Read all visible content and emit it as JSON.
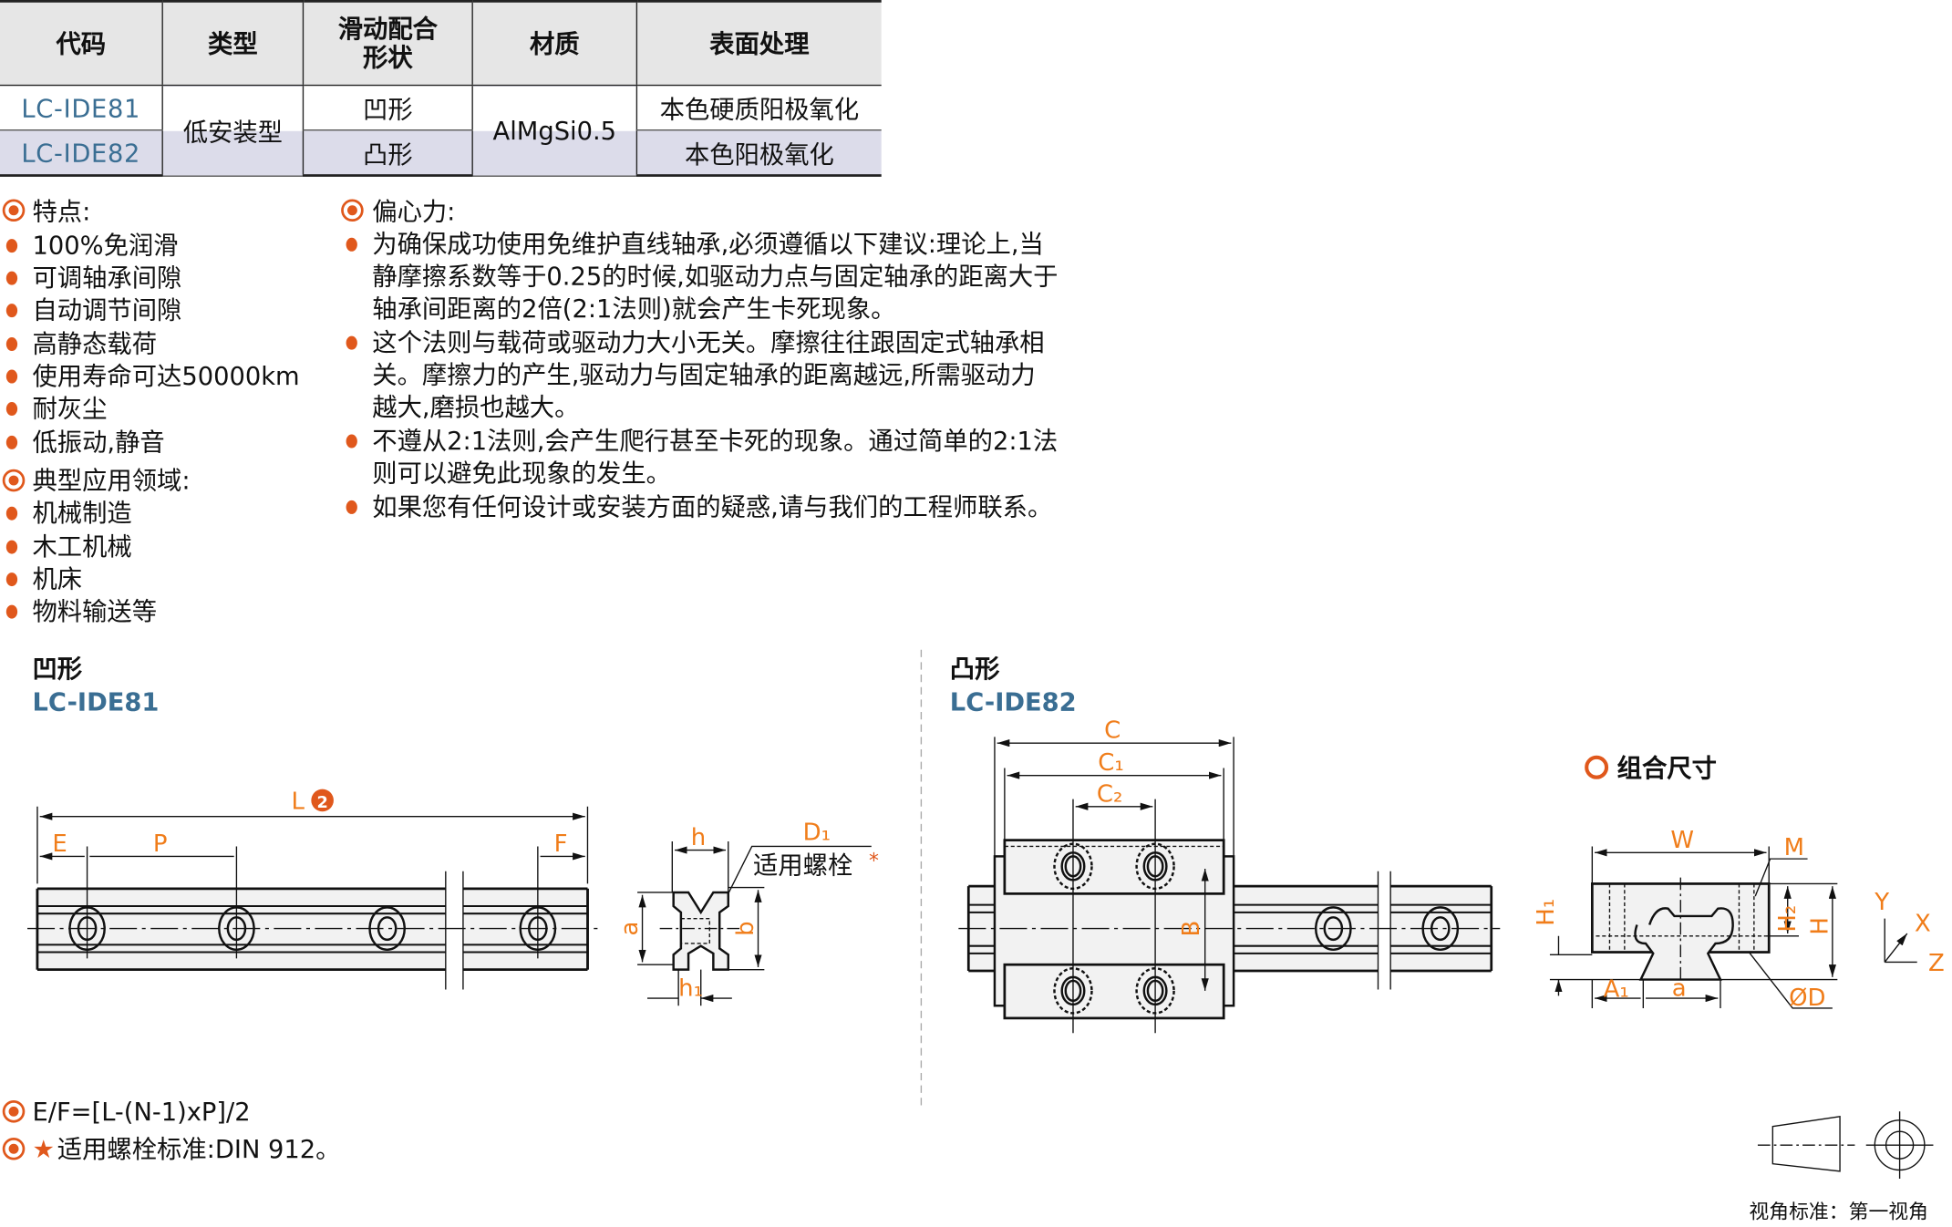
{
  "table": {
    "headers": [
      "代码",
      "类型",
      "滑动配合",
      "形状",
      "材质",
      "表面处理"
    ],
    "rows": [
      {
        "code": "LC-IDE81",
        "type": "低安装型",
        "shape": "凹形",
        "material": "AlMgSi0.5",
        "surface": "本色硬质阳极氧化"
      },
      {
        "code": "LC-IDE82",
        "shape": "凸形",
        "surface": "本色阳极氧化"
      }
    ]
  },
  "features": {
    "title": "特点:",
    "items": [
      "100%免润滑",
      "可调轴承间隙",
      "自动调节间隙",
      "高静态载荷",
      "使用寿命可达50000km",
      "耐灰尘",
      "低振动,静音"
    ]
  },
  "applications": {
    "title": "典型应用领域:",
    "items": [
      "机械制造",
      "木工机械",
      "机床",
      "物料输送等"
    ]
  },
  "eccentric": {
    "title": "偏心力:",
    "lines": [
      "为确保成功使用免维护直线轴承,必须遵循以下建议:理论上,当",
      "静摩擦系数等于0.25的时候,如驱动力点与固定轴承的距离大于",
      "轴承间距离的2倍(2:1法则)就会产生卡死现象。",
      "这个法则与载荷或驱动力大小无关。摩擦往往跟固定式轴承相",
      "关。摩擦力的产生,驱动力与固定轴承的距离越远,所需驱动力",
      "越大,磨损也越大。",
      "不遵从2:1法则,会产生爬行甚至卡死的现象。通过简单的2:1法",
      "则可以避免此现象的发生。",
      "如果您有任何设计或安装方面的疑惑,请与我们的工程师联系。"
    ]
  },
  "drawing_left": {
    "shape": "凹形",
    "code": "LC-IDE81",
    "labels": {
      "L": "L",
      "note": "2",
      "E": "E",
      "P": "P",
      "F": "F",
      "h": "h",
      "D1": "D₁",
      "bolt": "适用螺栓",
      "star": "*",
      "a": "a",
      "b": "b",
      "h1": "h₁"
    }
  },
  "drawing_right": {
    "shape": "凸形",
    "code": "LC-IDE82",
    "labels": {
      "C": "C",
      "C1": "C₁",
      "C2": "C₂",
      "B": "B"
    }
  },
  "combo": {
    "title": "组合尺寸",
    "labels": {
      "W": "W",
      "M": "M",
      "H1": "H₁",
      "H2": "H₂",
      "H": "H",
      "A1": "A₁",
      "a": "a",
      "D": "ØD",
      "Y": "Y",
      "X": "X",
      "Z": "Z"
    }
  },
  "notes": {
    "formula": "E/F=[L-(N-1)xP]/2",
    "star": "★",
    "bolt_std": "适用螺栓标准:DIN 912。"
  },
  "view_standard": "视角标准：第一视角",
  "colors": {
    "accent": "#e0581c",
    "label": "#f07d1a",
    "code": "#3a6e93",
    "header_bg": "#e6e6e6",
    "row_shade": "#dcdcea"
  }
}
